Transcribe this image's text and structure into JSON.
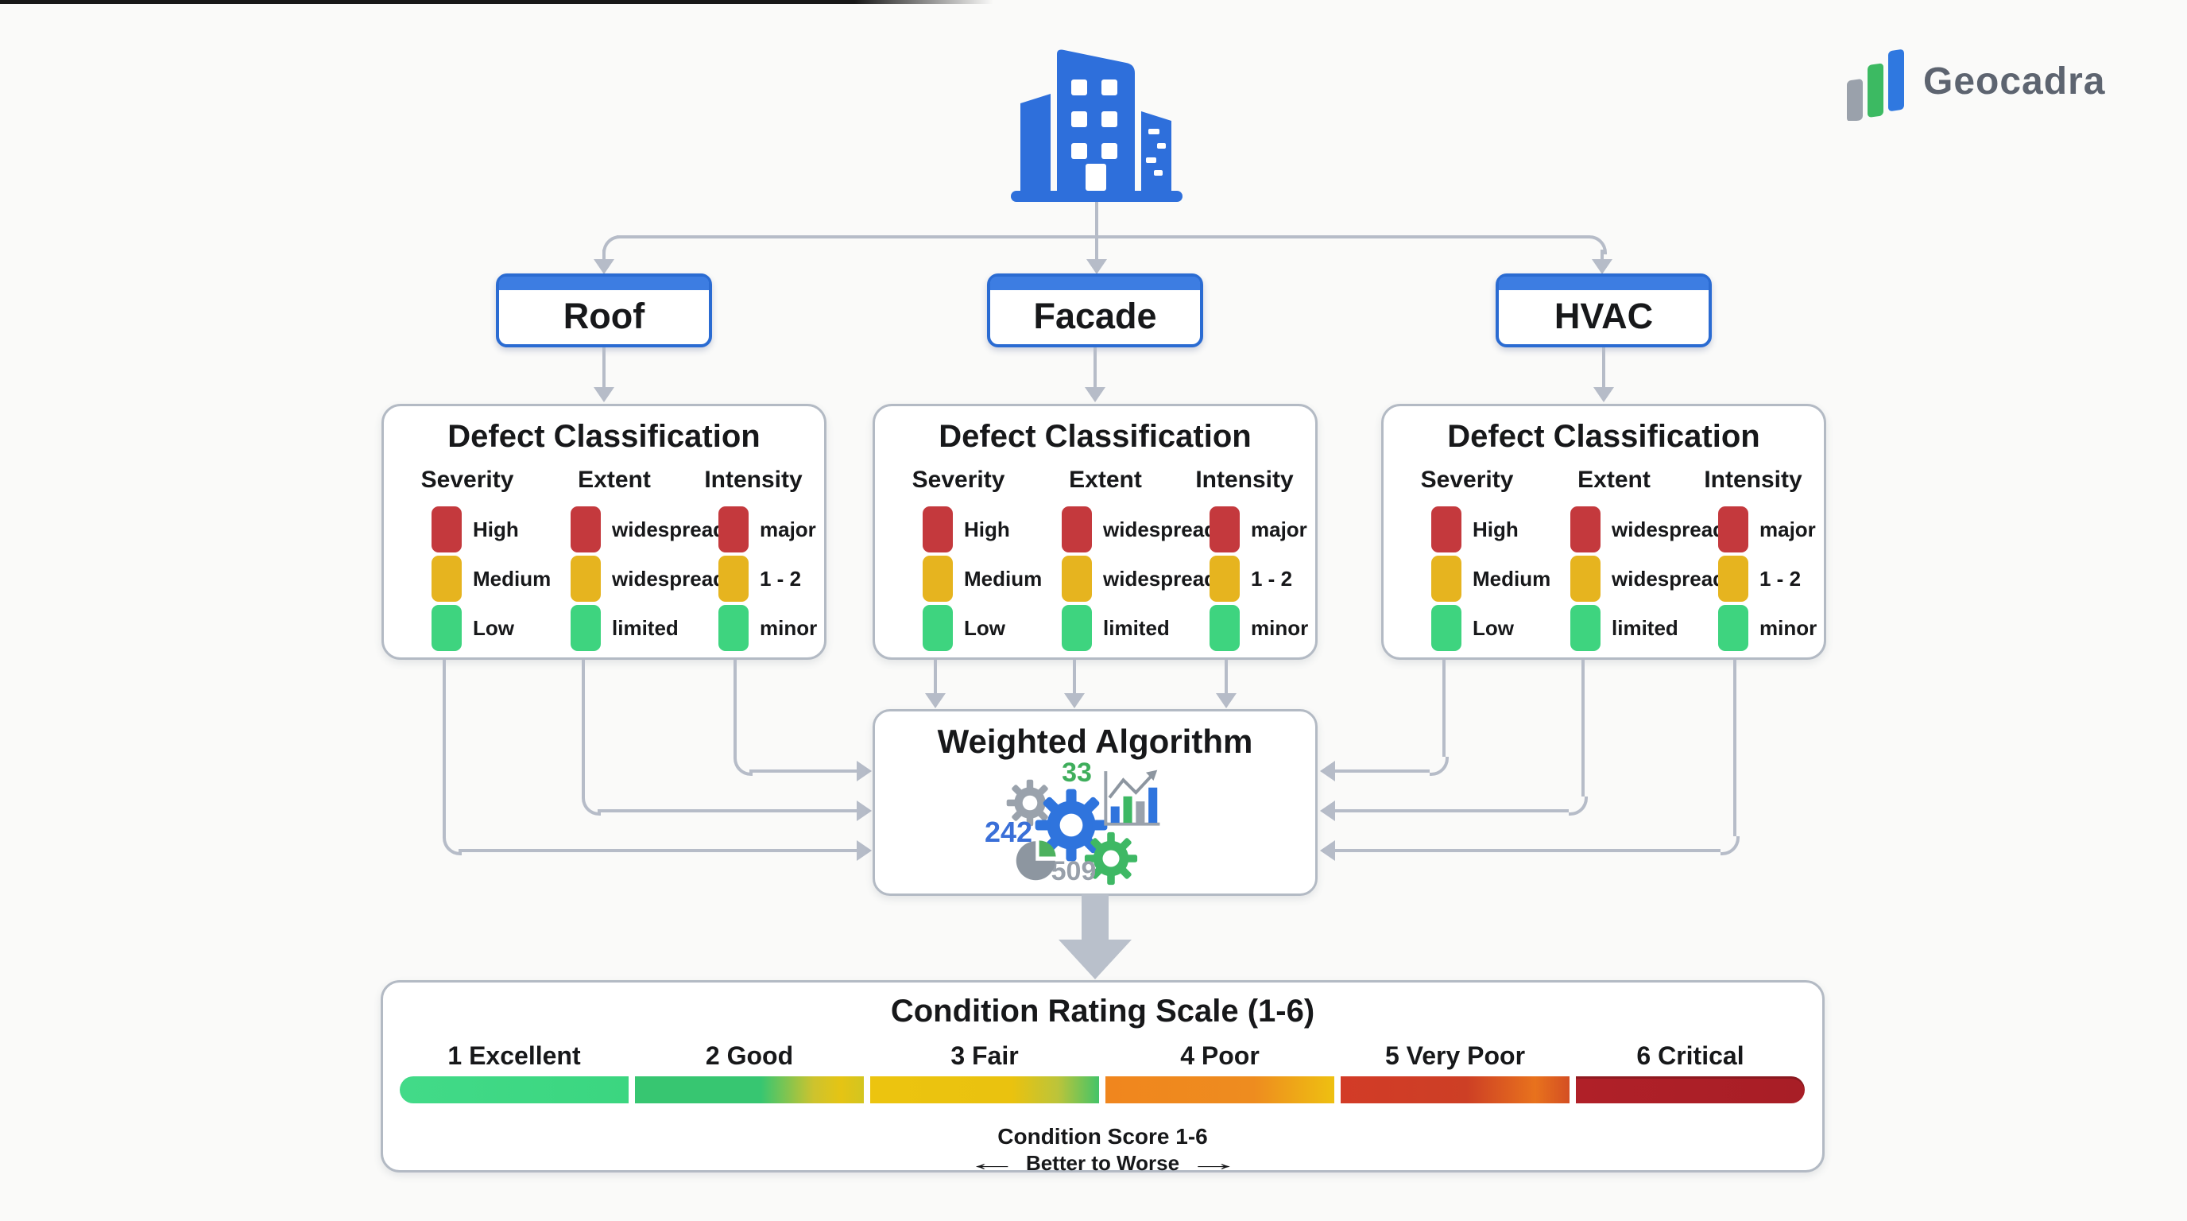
{
  "logo": {
    "text": "Geocadra",
    "text_color": "#5d6470",
    "bar_colors": [
      "#9aa1ab",
      "#3cba62",
      "#2f78e0"
    ]
  },
  "building_color": "#2e6fdb",
  "branches": [
    {
      "label": "Roof"
    },
    {
      "label": "Facade"
    },
    {
      "label": "HVAC"
    }
  ],
  "defect_panel": {
    "title": "Defect Classification",
    "columns": [
      {
        "title": "Severity",
        "rows": [
          {
            "label": "High",
            "color": "#c4393d"
          },
          {
            "label": "Medium",
            "color": "#e6b41f"
          },
          {
            "label": "Low",
            "color": "#3ed47f"
          }
        ]
      },
      {
        "title": "Extent",
        "rows": [
          {
            "label": "widespread",
            "color": "#c4393d"
          },
          {
            "label": "widespread",
            "color": "#e6b41f"
          },
          {
            "label": "limited",
            "color": "#3ed47f"
          }
        ]
      },
      {
        "title": "Intensity",
        "rows": [
          {
            "label": "major",
            "color": "#c4393d"
          },
          {
            "label": "1 - 2",
            "color": "#e6b41f"
          },
          {
            "label": "minor",
            "color": "#3ed47f"
          }
        ]
      }
    ]
  },
  "algorithm": {
    "title": "Weighted Algorithm",
    "numbers": [
      {
        "value": "242",
        "color": "#3a6fd8"
      },
      {
        "value": "33",
        "color": "#3fae5c"
      },
      {
        "value": "509",
        "color": "#98a0aa"
      }
    ],
    "gear_colors": [
      "#9aa2ac",
      "#2f74dd",
      "#3eb864"
    ]
  },
  "rating": {
    "title": "Condition Rating Scale (1-6)",
    "levels": [
      {
        "label": "1 Excellent",
        "gradient": "linear-gradient(90deg,#42da88,#3bd680)"
      },
      {
        "label": "2 Good",
        "gradient": "linear-gradient(90deg,#37c671 0%,#37c671 55%,#cdc32e 78%,#e5c414 90%,#d3c520 100%)"
      },
      {
        "label": "3 Fair",
        "gradient": "linear-gradient(90deg,#ecc40f 0%,#eac20f 62%,#bcc43a 82%,#44c468 100%)"
      },
      {
        "label": "4 Poor",
        "gradient": "linear-gradient(90deg,#f0861e 0%,#ee8c1f 65%,#eec011 100%)"
      },
      {
        "label": "5 Very Poor",
        "gradient": "linear-gradient(90deg,#d23b27 0%,#cd3f25 55%,#e8721d 85%,#d44f23 100%)"
      },
      {
        "label": "6 Critical",
        "gradient": "linear-gradient(90deg,#b02028,#a81e26)"
      }
    ],
    "score_label": "Condition Score 1-6",
    "direction_label": "Better to Worse",
    "arrow_left": "←",
    "arrow_right": "→"
  },
  "colors": {
    "connector": "#b6bcc8",
    "node_border": "#2a6bd2",
    "node_header": "#3d7de2",
    "panel_border": "#b3bac4",
    "background": "#fafaf9",
    "text": "#17181a"
  }
}
